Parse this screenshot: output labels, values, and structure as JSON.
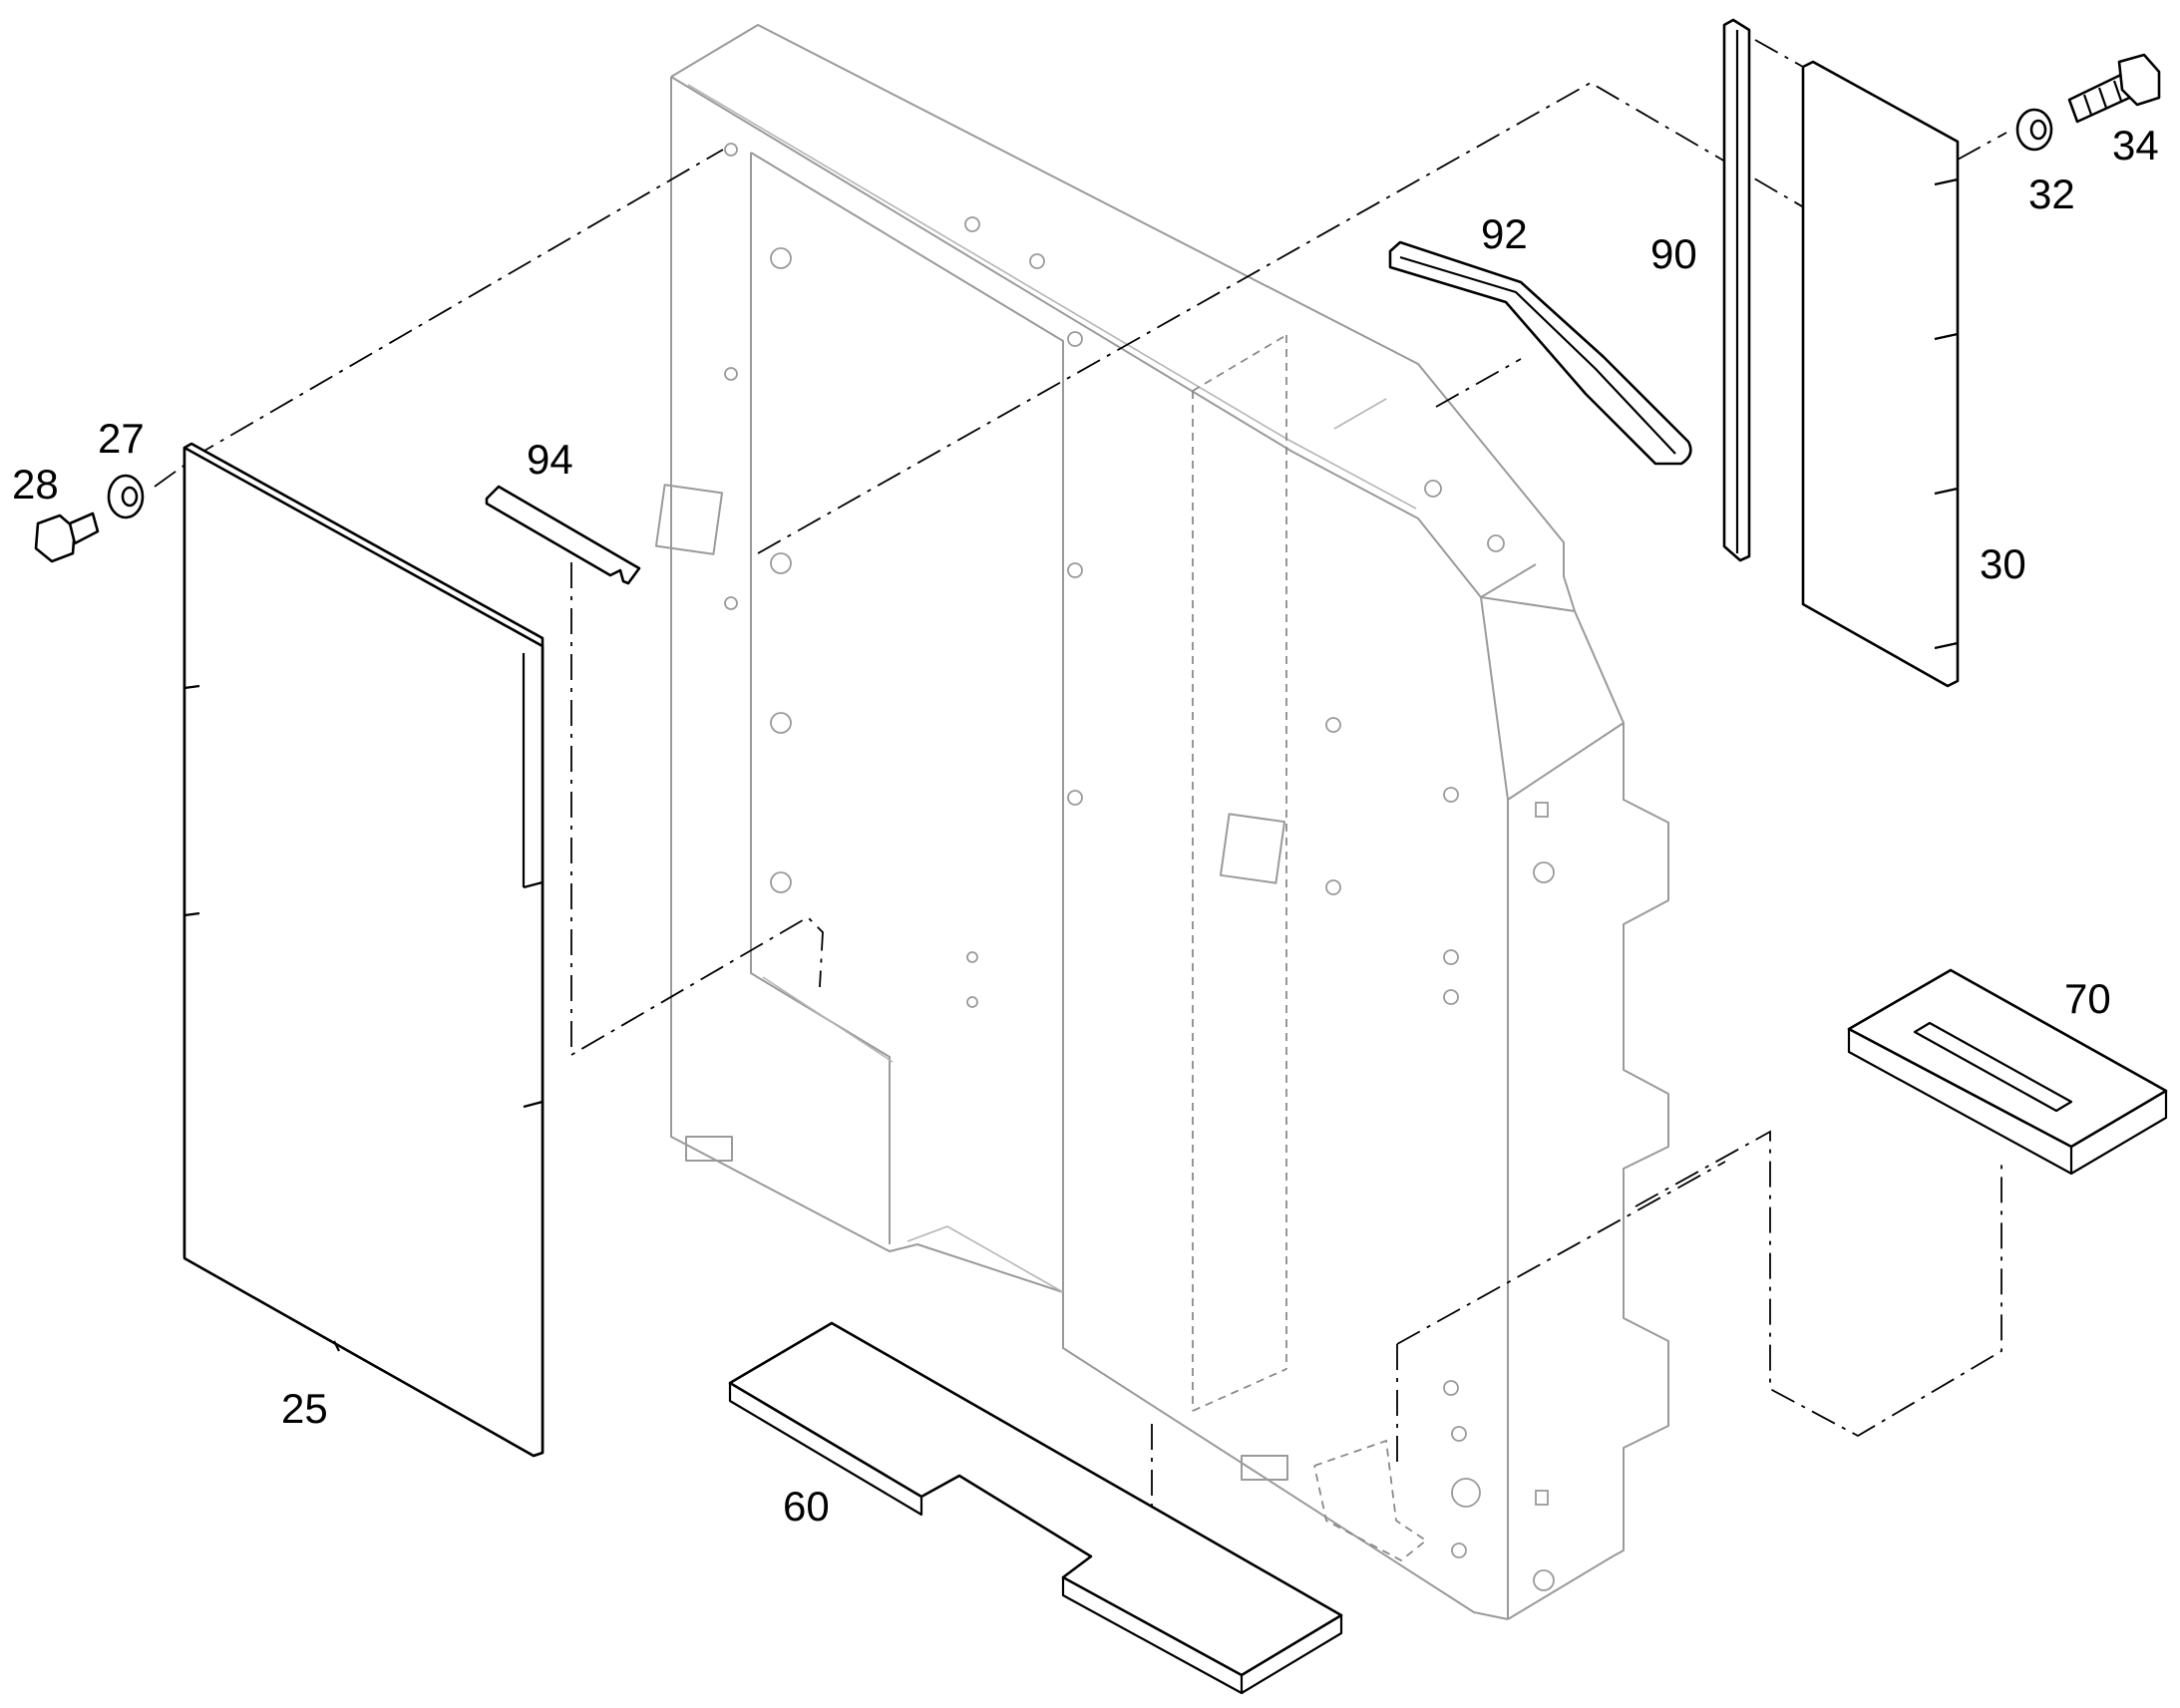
{
  "callouts": {
    "p28": "28",
    "p27": "27",
    "p94": "94",
    "p92": "92",
    "p90": "90",
    "p30": "30",
    "p32": "32",
    "p34": "34",
    "p70": "70",
    "p25": "25",
    "p60": "60"
  }
}
